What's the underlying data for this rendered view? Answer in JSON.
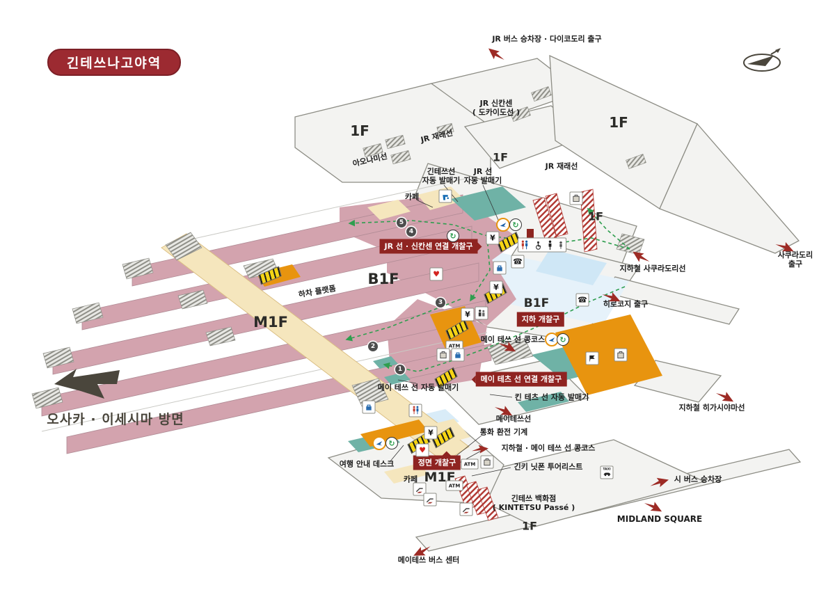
{
  "title": "긴테쓰나고야역",
  "floors": {
    "f1": "1F",
    "b1": "B1F",
    "m1": "M1F"
  },
  "gates": {
    "jr_link": "JR 선 · 신칸센 연결 개찰구",
    "underground": "지하 개찰구",
    "meitetsu_link": "메이 테츠 선 연결 개찰구",
    "front": "정면 개찰구"
  },
  "labels": {
    "jr_bus_exit": "JR 버스 승차장 · 다이코도리 출구",
    "jr_shinkansen": "JR 신칸센\n( 도카이도선 )",
    "jr_conventional_left": "JR 재래선",
    "aonami_line": "아오나미선",
    "jr_conventional_right": "JR 재래선",
    "kintetsu_ticket_machines_top": "긴테쓰선\n자동 발매기",
    "jr_ticket_machines": "JR 선\n자동 발매기",
    "cafe_top": "카페",
    "alighting_platform": "하차 플랫폼",
    "subway_sakuradori_line": "지하철 사쿠라도리선",
    "sakuradori_exit": "사쿠라도리 출구",
    "hirokoji_exit": "히로코지 출구",
    "meitetsu_concourse": "메이 테쓰 선 콩코스",
    "meitetsu_ticket_machines": "메이 테쓰 선 자동 발매기",
    "kintetsu_ticket_machines_b1": "킨 테츠 선 자동 발매기",
    "meitetsu_line": "메이테쓰선",
    "currency_exchange": "통화 환전 기계",
    "subway_meitetsu_concourse": "지하철 · 메이 테쓰 선 콩코스",
    "kinki_nippon_tourist": "긴키 닛폰 투어리스트",
    "travel_info_desk": "여행 안내 데스크",
    "cafe_bottom": "카페",
    "kintetsu_dept_store": "긴테쓰 백화점\n( KINTETSU Passé )",
    "city_bus_stop": "시 버스 승차장",
    "midland_square": "MIDLAND SQUARE",
    "meitetsu_bus_center": "메이테쓰 버스 센터",
    "subway_higashiyama_line": "지하철 히가시야마선",
    "osaka_iseshima": "오사카 · 이세시마 방면"
  },
  "platform_numbers": [
    "1",
    "2",
    "3",
    "4",
    "5"
  ],
  "icon_glyphs": {
    "yen": "¥",
    "atm": "ATM",
    "phone": "☎",
    "aed_heart": "♥",
    "taxi": "TAXI",
    "transfer": "↻"
  },
  "colors": {
    "accent_red": "#8f2421",
    "route_green": "#2f9e4f",
    "platform_pink": "#d3a3ae",
    "corridor_beige": "#f5e6bd",
    "machine_teal": "#6fb2a6",
    "shop_orange": "#e8940f",
    "floor_gray": "#f3f3f1",
    "subway_blue": "#d9ecf8"
  }
}
